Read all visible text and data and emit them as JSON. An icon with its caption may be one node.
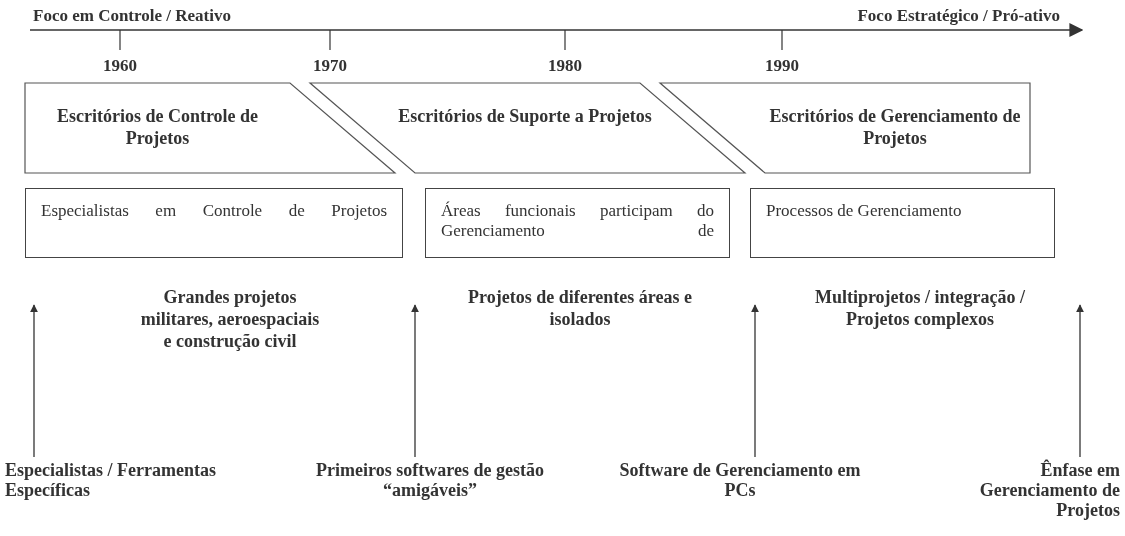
{
  "diagram": {
    "nodes": [
      {
        "text": [
          "Escritórios de Controle de Projetos"
        ]
      },
      {
        "text": [
          "Escritórios de Suporte a Projetos"
        ]
      },
      {
        "text": [
          "Escritórios de Gerenciamento de Projetos"
        ]
      },
      {
        "text": [
          "Especialistas em Controle de Projetos"
        ]
      },
      {
        "text": [
          "Áreas funcionais participam do Gerenciamento de"
        ]
      },
      {
        "text": [
          "Processos de Gerenciamento"
        ]
      },
      {
        "text": [
          "Especialistas / Ferramentas Específicas"
        ]
      },
      {
        "text": [
          "Primeiros softwares de gestão “amigáveis”"
        ]
      },
      {
        "text": [
          "Software de Gerenciamento em PCs"
        ]
      },
      {
        "text": [
          "Ênfase em Gerenciamento de Projetos"
        ]
      }
    ],
    "edges": [
      {
        "from": 6,
        "to": null,
        "arrow": "to"
      },
      {
        "from": 7,
        "to": null,
        "arrow": "to"
      },
      {
        "from": 8,
        "to": null,
        "arrow": "to"
      },
      {
        "from": 9,
        "to": null,
        "arrow": "to"
      }
    ],
    "labels": [
      "Foco em Controle / Reativo",
      "Foco Estratégico / Pró-ativo",
      "1960",
      "1970",
      "1980",
      "1990",
      "Grandes projetos militares, aeroespaciais e construção civil",
      "Projetos de diferentes áreas e isolados",
      "Multiprojetos / integração / Projetos complexos"
    ]
  }
}
